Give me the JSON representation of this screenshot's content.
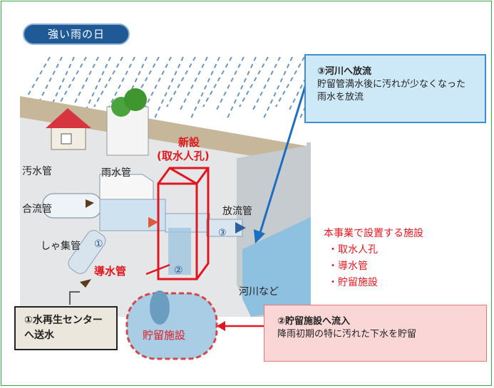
{
  "header": {
    "title": "強い雨の日"
  },
  "labels": {
    "sewage_pipe": "汚水管",
    "rain_pipe": "雨水管",
    "combined_pipe": "合流管",
    "collector_pipe": "しゃ集管",
    "collector_num": "①",
    "discharge_pipe": "放流管",
    "river": "河川など",
    "conduit": "導水管",
    "intake_num": "②",
    "flow_num": "③",
    "storage": "貯留施設",
    "new_line1": "新設",
    "new_line2": "(取水人孔)"
  },
  "callouts": {
    "river_release": {
      "title": "③河川へ放流",
      "body": "貯留管満水後に汚れが少なくなった雨水を放流"
    },
    "storage_inflow": {
      "title": "②貯留施設へ流入",
      "body": "降雨初期の特に汚れた下水を貯留"
    },
    "water_center": {
      "title": "①水再生センターへ送水"
    }
  },
  "legend": {
    "title": "本事業で設置する施設",
    "items": [
      "・取水人孔",
      "・導水管",
      "・貯留施設"
    ]
  },
  "colors": {
    "accent_red": "#e0171f",
    "pill": "#1f5a96",
    "water": "#8ec0e0",
    "frame": "#3aa648"
  }
}
